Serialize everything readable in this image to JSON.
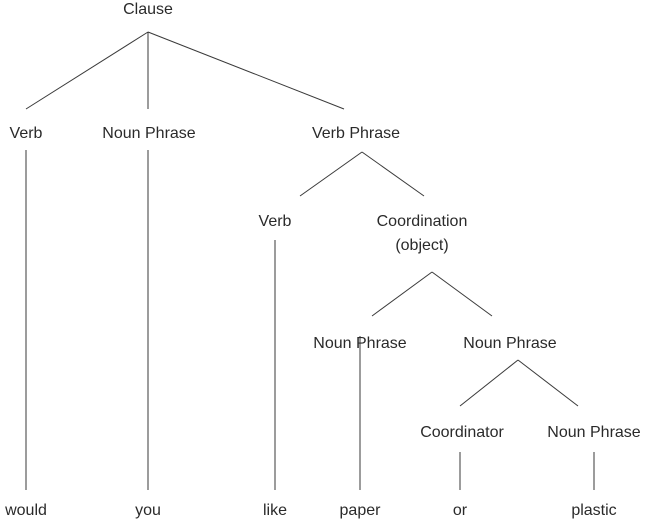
{
  "tree": {
    "nodes": {
      "clause": "Clause",
      "verb_1": "Verb",
      "noun_phrase_1": "Noun Phrase",
      "verb_phrase": "Verb Phrase",
      "verb_2": "Verb",
      "coordination_line1": "Coordination",
      "coordination_line2": "(object)",
      "noun_phrase_2": "Noun Phrase",
      "noun_phrase_3": "Noun Phrase",
      "coordinator": "Coordinator",
      "noun_phrase_4": "Noun Phrase"
    },
    "words": {
      "w1": "would",
      "w2": "you",
      "w3": "like",
      "w4": "paper",
      "w5": "or",
      "w6": "plastic"
    }
  },
  "colors": {
    "text": "#2a2a2a",
    "line": "#3a3a3a",
    "background": "#ffffff"
  }
}
